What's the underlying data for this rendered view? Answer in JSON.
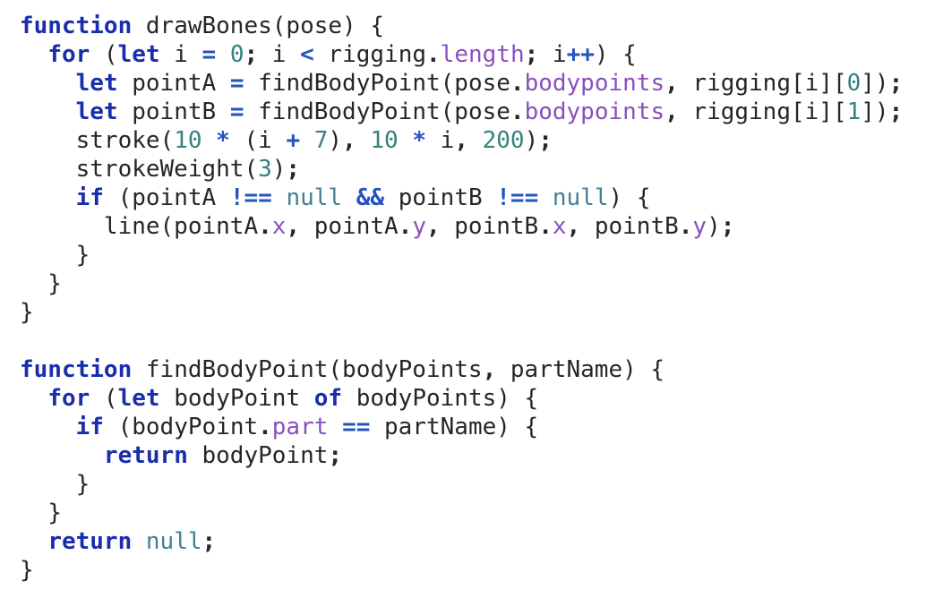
{
  "colors": {
    "background": "#ffffff",
    "text": "#262626",
    "keyword": "#1a2eac",
    "operator": "#2453c2",
    "number": "#35827e",
    "null_literal": "#447f95",
    "property": "#8a4fbe"
  },
  "code": {
    "lines": [
      [
        {
          "c": "k",
          "t": "function"
        },
        {
          "c": "",
          "t": " drawBones(pose) {"
        }
      ],
      [
        {
          "c": "",
          "t": "  "
        },
        {
          "c": "k",
          "t": "for"
        },
        {
          "c": "",
          "t": " ("
        },
        {
          "c": "k",
          "t": "let"
        },
        {
          "c": "",
          "t": " i "
        },
        {
          "c": "o",
          "t": "="
        },
        {
          "c": "",
          "t": " "
        },
        {
          "c": "n",
          "t": "0"
        },
        {
          "c": "d",
          "t": ";"
        },
        {
          "c": "",
          "t": " i "
        },
        {
          "c": "o",
          "t": "<"
        },
        {
          "c": "",
          "t": " rigging"
        },
        {
          "c": "d",
          "t": "."
        },
        {
          "c": "p",
          "t": "length"
        },
        {
          "c": "d",
          "t": ";"
        },
        {
          "c": "",
          "t": " i"
        },
        {
          "c": "o",
          "t": "++"
        },
        {
          "c": "",
          "t": ") {"
        }
      ],
      [
        {
          "c": "",
          "t": "    "
        },
        {
          "c": "k",
          "t": "let"
        },
        {
          "c": "",
          "t": " pointA "
        },
        {
          "c": "o",
          "t": "="
        },
        {
          "c": "",
          "t": " findBodyPoint(pose"
        },
        {
          "c": "d",
          "t": "."
        },
        {
          "c": "p",
          "t": "bodypoints"
        },
        {
          "c": "d",
          "t": ","
        },
        {
          "c": "",
          "t": " rigging[i]["
        },
        {
          "c": "n",
          "t": "0"
        },
        {
          "c": "",
          "t": "])"
        },
        {
          "c": "d",
          "t": ";"
        }
      ],
      [
        {
          "c": "",
          "t": "    "
        },
        {
          "c": "k",
          "t": "let"
        },
        {
          "c": "",
          "t": " pointB "
        },
        {
          "c": "o",
          "t": "="
        },
        {
          "c": "",
          "t": " findBodyPoint(pose"
        },
        {
          "c": "d",
          "t": "."
        },
        {
          "c": "p",
          "t": "bodypoints"
        },
        {
          "c": "d",
          "t": ","
        },
        {
          "c": "",
          "t": " rigging[i]["
        },
        {
          "c": "n",
          "t": "1"
        },
        {
          "c": "",
          "t": "])"
        },
        {
          "c": "d",
          "t": ";"
        }
      ],
      [
        {
          "c": "",
          "t": "    stroke("
        },
        {
          "c": "n",
          "t": "10"
        },
        {
          "c": "",
          "t": " "
        },
        {
          "c": "o",
          "t": "*"
        },
        {
          "c": "",
          "t": " (i "
        },
        {
          "c": "o",
          "t": "+"
        },
        {
          "c": "",
          "t": " "
        },
        {
          "c": "n",
          "t": "7"
        },
        {
          "c": "",
          "t": ")"
        },
        {
          "c": "d",
          "t": ","
        },
        {
          "c": "",
          "t": " "
        },
        {
          "c": "n",
          "t": "10"
        },
        {
          "c": "",
          "t": " "
        },
        {
          "c": "o",
          "t": "*"
        },
        {
          "c": "",
          "t": " i"
        },
        {
          "c": "d",
          "t": ","
        },
        {
          "c": "",
          "t": " "
        },
        {
          "c": "n",
          "t": "200"
        },
        {
          "c": "",
          "t": ")"
        },
        {
          "c": "d",
          "t": ";"
        }
      ],
      [
        {
          "c": "",
          "t": "    strokeWeight("
        },
        {
          "c": "n",
          "t": "3"
        },
        {
          "c": "",
          "t": ")"
        },
        {
          "c": "d",
          "t": ";"
        }
      ],
      [
        {
          "c": "",
          "t": "    "
        },
        {
          "c": "k",
          "t": "if"
        },
        {
          "c": "",
          "t": " (pointA "
        },
        {
          "c": "o",
          "t": "!=="
        },
        {
          "c": "",
          "t": " "
        },
        {
          "c": "u",
          "t": "null"
        },
        {
          "c": "",
          "t": " "
        },
        {
          "c": "o",
          "t": "&&"
        },
        {
          "c": "",
          "t": " pointB "
        },
        {
          "c": "o",
          "t": "!=="
        },
        {
          "c": "",
          "t": " "
        },
        {
          "c": "u",
          "t": "null"
        },
        {
          "c": "",
          "t": ") {"
        }
      ],
      [
        {
          "c": "",
          "t": "      line(pointA"
        },
        {
          "c": "d",
          "t": "."
        },
        {
          "c": "p",
          "t": "x"
        },
        {
          "c": "d",
          "t": ","
        },
        {
          "c": "",
          "t": " pointA"
        },
        {
          "c": "d",
          "t": "."
        },
        {
          "c": "p",
          "t": "y"
        },
        {
          "c": "d",
          "t": ","
        },
        {
          "c": "",
          "t": " pointB"
        },
        {
          "c": "d",
          "t": "."
        },
        {
          "c": "p",
          "t": "x"
        },
        {
          "c": "d",
          "t": ","
        },
        {
          "c": "",
          "t": " pointB"
        },
        {
          "c": "d",
          "t": "."
        },
        {
          "c": "p",
          "t": "y"
        },
        {
          "c": "",
          "t": ")"
        },
        {
          "c": "d",
          "t": ";"
        }
      ],
      [
        {
          "c": "",
          "t": "    }"
        }
      ],
      [
        {
          "c": "",
          "t": "  }"
        }
      ],
      [
        {
          "c": "",
          "t": "}"
        }
      ],
      [],
      [
        {
          "c": "k",
          "t": "function"
        },
        {
          "c": "",
          "t": " findBodyPoint(bodyPoints"
        },
        {
          "c": "d",
          "t": ","
        },
        {
          "c": "",
          "t": " partName) {"
        }
      ],
      [
        {
          "c": "",
          "t": "  "
        },
        {
          "c": "k",
          "t": "for"
        },
        {
          "c": "",
          "t": " ("
        },
        {
          "c": "k",
          "t": "let"
        },
        {
          "c": "",
          "t": " bodyPoint "
        },
        {
          "c": "k",
          "t": "of"
        },
        {
          "c": "",
          "t": " bodyPoints) {"
        }
      ],
      [
        {
          "c": "",
          "t": "    "
        },
        {
          "c": "k",
          "t": "if"
        },
        {
          "c": "",
          "t": " (bodyPoint"
        },
        {
          "c": "d",
          "t": "."
        },
        {
          "c": "p",
          "t": "part"
        },
        {
          "c": "",
          "t": " "
        },
        {
          "c": "o",
          "t": "=="
        },
        {
          "c": "",
          "t": " partName) {"
        }
      ],
      [
        {
          "c": "",
          "t": "      "
        },
        {
          "c": "k",
          "t": "return"
        },
        {
          "c": "",
          "t": " bodyPoint"
        },
        {
          "c": "d",
          "t": ";"
        }
      ],
      [
        {
          "c": "",
          "t": "    }"
        }
      ],
      [
        {
          "c": "",
          "t": "  }"
        }
      ],
      [
        {
          "c": "",
          "t": "  "
        },
        {
          "c": "k",
          "t": "return"
        },
        {
          "c": "",
          "t": " "
        },
        {
          "c": "u",
          "t": "null"
        },
        {
          "c": "d",
          "t": ";"
        }
      ],
      [
        {
          "c": "",
          "t": "}"
        }
      ]
    ]
  }
}
